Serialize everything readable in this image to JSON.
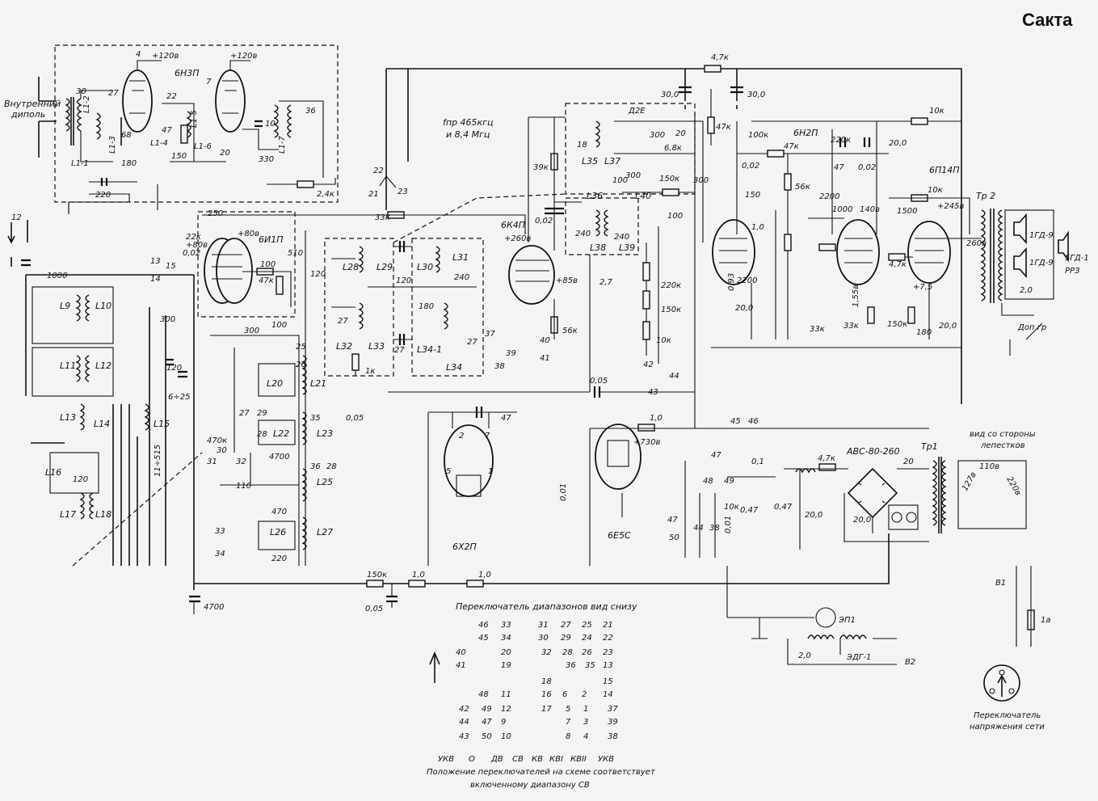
{
  "title": "Сакта",
  "antenna": {
    "label_line1": "Внутренний",
    "label_line2": "диполь",
    "l1_1": "L1-1",
    "l1_2": "L1-2",
    "l1_3": "L1-3",
    "c30": "30",
    "c27": "27",
    "c68": "68",
    "c180": "180",
    "c220": "220"
  },
  "tube_6n3p": {
    "name": "6Н3П",
    "v1": "+120в",
    "v2": "+120в",
    "c22": "22",
    "c47": "47",
    "c20": "20",
    "c330": "330",
    "c10": "10",
    "c7": "7",
    "c36": "36",
    "r150": "150",
    "l1_4": "L1-4",
    "l1_5": "L1-5",
    "l1_6": "L1-6",
    "l1_7": "L1-7",
    "r24k": "2,4к",
    "c4": "4"
  },
  "if_note": {
    "line1": "fпр 465кгц",
    "line2": "и 8,4 Мгц"
  },
  "tube_6i1p": {
    "name": "6И1П",
    "v1": "+80в",
    "v2": "+80в",
    "r250": "250",
    "r22k": "22к",
    "c002": "0,02",
    "r33k": "33к",
    "r47k": "47к",
    "c100": "100",
    "c510": "510",
    "c300": "300",
    "r100": "100"
  },
  "tube_6k4p": {
    "name": "6К4П",
    "v1": "+260в",
    "v2": "+85в",
    "r39k": "39к",
    "r56k": "56к",
    "c002": "0,02",
    "n40": "40",
    "n41": "41"
  },
  "detector": {
    "d2e": "Д2Е",
    "l35": "L35",
    "l36": "L36",
    "l37": "L37",
    "l38": "L38",
    "l39": "L39",
    "l40": "L40",
    "c300": "300",
    "c68": "6,8к",
    "r150k": "150к",
    "c100": "100",
    "c240a": "240",
    "c240b": "240",
    "c20": "20",
    "c18": "18"
  },
  "tube_6n2p": {
    "name": "6Н2П",
    "r100k": "100к",
    "r47k": "47к",
    "r220k": "220к",
    "c47": "47",
    "c002": "0,02",
    "c20": "20,0",
    "r56k": "56к",
    "c2200": "2200",
    "c1000": "1000",
    "r10": "1,0",
    "c150": "150",
    "c2200b": "2200",
    "r33k": "33к",
    "r33kb": "33к",
    "c150b": "150к",
    "v140": "140в",
    "v155": "1,55в"
  },
  "tube_6p14p": {
    "name": "6П14П",
    "r10k": "10к",
    "c1500": "1500",
    "v245": "+245в",
    "r47k": "4,7к",
    "c180": "180",
    "c20": "20,0",
    "v75": "+7,5",
    "v260": "260в"
  },
  "output": {
    "tr2": "Тр 2",
    "spk1": "1ГД-9",
    "spk2": "1ГД-9",
    "spk3": "5ГД-1",
    "rr3": "РРЗ",
    "c20": "2,0",
    "dopgr": "Доп гр"
  },
  "top_bus": {
    "r47k": "4,7к",
    "c30a": "30,0",
    "c30b": "30,0",
    "r10k": "10к",
    "r47": "47к"
  },
  "osc_section": {
    "l9": "L9",
    "l10": "L10",
    "l11": "L11",
    "l12": "L12",
    "l13": "L13",
    "l14": "L14",
    "l15": "L15",
    "l16": "L16",
    "l17": "L17",
    "l18": "L18",
    "c1000": "1000",
    "c300": "300",
    "c120": "120",
    "c120b": "120",
    "c625": "6÷25",
    "c11515": "11÷515"
  },
  "band_coils": {
    "l20": "L20",
    "l21": "L21",
    "l22": "L22",
    "l23": "L23",
    "l25": "L25",
    "l26": "L26",
    "l27": "L27",
    "l28": "L28",
    "l29": "L29",
    "l30": "L30",
    "l31": "L31",
    "l32": "L32",
    "l33": "L33",
    "l34": "L34-1",
    "l34b": "L34",
    "c4700": "4700",
    "c470": "470",
    "c220": "220",
    "c110": "110",
    "c470k": "470к",
    "c005": "0,05",
    "c27": "27",
    "c120": "120",
    "c240": "240",
    "c180": "180",
    "r1k": "1к"
  },
  "tube_6x2p": {
    "name": "6Х2П",
    "c47": "47"
  },
  "tube_6e5s": {
    "name": "6Е5С",
    "r10": "1,0",
    "v730": "+730в",
    "c001": "0,01"
  },
  "power": {
    "abs": "АВС-80-260",
    "tp1": "Тр1",
    "r47k": "4,7к",
    "c20a": "20,0",
    "c20b": "20,0",
    "c20c": "20",
    "c047": "0,47",
    "c001": "0,01",
    "c01": "0,1",
    "c047b": "0,47",
    "r10k": "10к",
    "view_note_line1": "вид со стороны",
    "view_note_line2": "лепестков",
    "v110": "110в",
    "v127": "127в",
    "v220": "220в",
    "b1": "В1",
    "b2": "В2",
    "fuse": "1а",
    "ep1": "ЭП1",
    "edg": "ЭДГ-1",
    "c20d": "2,0"
  },
  "bottom_bus": {
    "r150k": "150к",
    "r10a": "1,0",
    "r10b": "1,0",
    "c005": "0,05",
    "c4700": "4700"
  },
  "switch_table": {
    "title": "Переключатель диапазонов  вид снизу",
    "rows": [
      [
        "46",
        "33",
        "31",
        "27",
        "25",
        "21"
      ],
      [
        "45",
        "34",
        "30",
        "29",
        "24",
        "22"
      ],
      [
        "40",
        "20",
        "32",
        "28",
        "26",
        "23"
      ],
      [
        "41",
        "19",
        "",
        "36",
        "35",
        "13"
      ],
      [
        "",
        "",
        "18",
        "",
        "",
        "15"
      ],
      [
        "48",
        "11",
        "16",
        "6",
        "2",
        "14"
      ],
      [
        "42",
        "49",
        "12",
        "17",
        "5",
        "1",
        "37"
      ],
      [
        "44",
        "47",
        "9",
        "",
        "7",
        "3",
        "39"
      ],
      [
        "43",
        "50",
        "10",
        "",
        "8",
        "4",
        "38"
      ]
    ],
    "bands": [
      "УКВ",
      "О",
      "ДВ",
      "СВ",
      "КВ",
      "КВI",
      "КВII",
      "УКВ"
    ],
    "note_line1": "Положение переключателей на схеме соответствует",
    "note_line2": "включенному диапазону СВ"
  },
  "voltage_switch": {
    "label_line1": "Переключатель",
    "label_line2": "напряжения сети"
  },
  "misc_nodes": {
    "n12": "12",
    "n13": "13",
    "n14": "14",
    "n15": "15",
    "n21": "21",
    "n22": "22",
    "n23": "23",
    "n25": "25",
    "n26": "26",
    "n27": "27",
    "n28": "28",
    "n29": "29",
    "n30": "30",
    "n31": "31",
    "n32": "32",
    "n33": "33",
    "n34": "34",
    "n35": "35",
    "n36": "36",
    "n37": "37",
    "n38": "38",
    "n39": "39",
    "n42": "42",
    "n43": "43",
    "n44": "44",
    "n45": "45",
    "n46": "46",
    "n47": "47",
    "n48": "48",
    "n49": "49",
    "n50": "50",
    "r27": "2,7",
    "r220k": "220к",
    "r150k": "150к",
    "r10k": "10к"
  }
}
